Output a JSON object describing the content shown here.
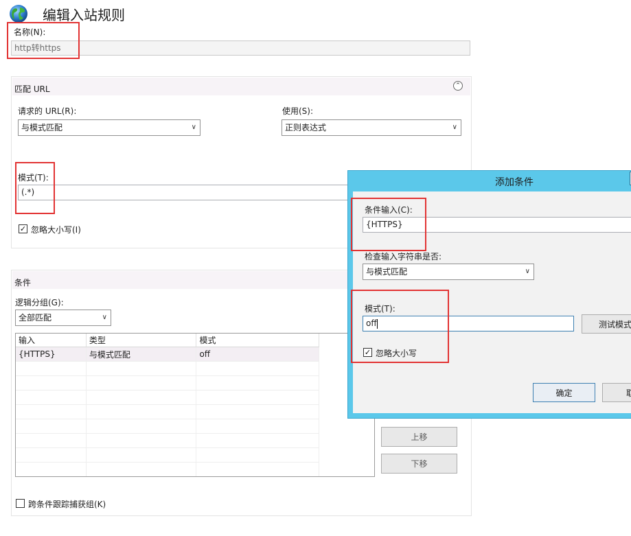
{
  "window": {
    "title": "编辑入站规则"
  },
  "name_field": {
    "label": "名称(N):",
    "value": "http转https"
  },
  "match_url": {
    "title": "匹配 URL",
    "requested_url_label": "请求的 URL(R):",
    "requested_url_value": "与模式匹配",
    "using_label": "使用(S):",
    "using_value": "正则表达式",
    "pattern_label": "模式(T):",
    "pattern_value": "(.*)",
    "ignore_case_label": "忽略大小写(I)",
    "ignore_case_checked": true
  },
  "conditions": {
    "title": "条件",
    "logical_grouping_label": "逻辑分组(G):",
    "logical_grouping_value": "全部匹配",
    "columns": [
      "输入",
      "类型",
      "模式"
    ],
    "rows": [
      {
        "input": "{HTTPS}",
        "type": "与模式匹配",
        "pattern": "off"
      }
    ],
    "move_up_label": "上移",
    "move_down_label": "下移",
    "track_groups_label": "跨条件跟踪捕获组(K)",
    "track_groups_checked": false
  },
  "add_condition_dialog": {
    "title": "添加条件",
    "condition_input_label": "条件输入(C):",
    "condition_input_value": "{HTTPS}",
    "check_label": "检查输入字符串是否:",
    "check_value": "与模式匹配",
    "pattern_label": "模式(T):",
    "pattern_value": "off",
    "test_pattern_label": "测试模式",
    "ignore_case_label": "忽略大小写",
    "ignore_case_checked": true,
    "ok_label": "确定",
    "cancel_label": "取"
  },
  "icons": {
    "app": "globe-icon"
  },
  "colors": {
    "dialog_frame": "#5bc8ea",
    "highlight": "#e23232"
  }
}
